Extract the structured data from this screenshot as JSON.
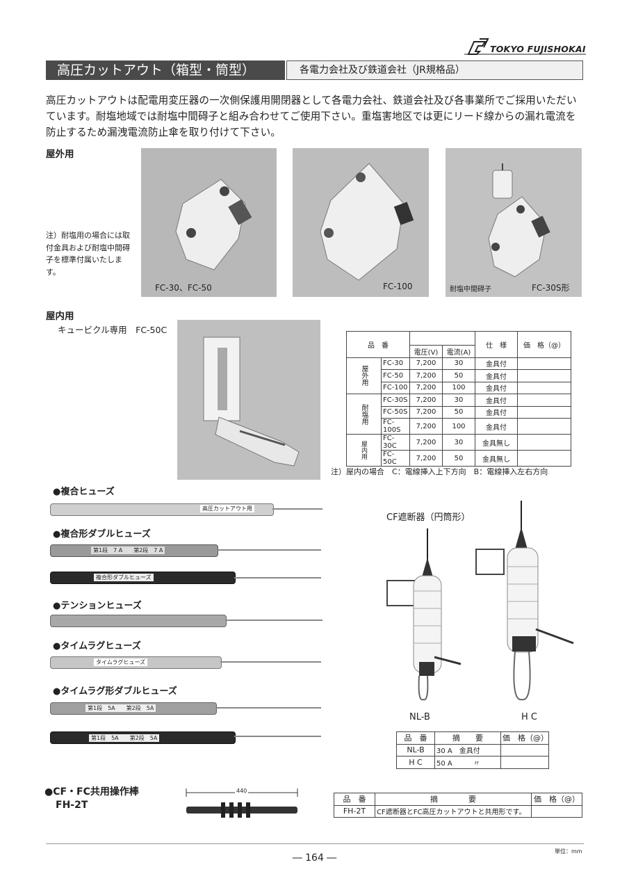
{
  "header": {
    "brand": "TOKYO FUJISHOKAI",
    "title": "高圧カットアウト（箱型・筒型）",
    "subtitle": "各電力会社及び鉄道会社（JR規格品）"
  },
  "intro": "高圧カットアウトは配電用変圧器の一次側保護用開閉器として各電力会社、鉄道会社及び各事業所でご採用いただいています。耐塩地域では耐塩中間碍子と組み合わせてご使用下さい。重塩害地区では更にリード線からの漏れ電流を防止するため漏洩電流防止傘を取り付けて下さい。",
  "outdoor": {
    "heading": "屋外用",
    "note": "注）耐塩用の場合には取付金具および耐塩中間碍子を標準付属いたします。",
    "photos": [
      {
        "caption": "FC-30、FC-50"
      },
      {
        "caption": "FC-100"
      },
      {
        "caption": "FC-30S形",
        "caption2": "耐塩中間碍子"
      }
    ]
  },
  "indoor": {
    "heading": "屋内用",
    "sub": "キュービクル専用　FC-50C"
  },
  "spec_table": {
    "headers": {
      "name": "品　番",
      "voltage": "電圧(V)",
      "current": "電流(A)",
      "spec": "仕　様",
      "price": "価　格（@）"
    },
    "groups": [
      {
        "label": "屋外用",
        "rows": [
          {
            "name": "FC-30",
            "v": "7,200",
            "a": "30",
            "spec": "金具付"
          },
          {
            "name": "FC-50",
            "v": "7,200",
            "a": "50",
            "spec": "金具付"
          },
          {
            "name": "FC-100",
            "v": "7,200",
            "a": "100",
            "spec": "金具付"
          }
        ]
      },
      {
        "label": "耐塩用",
        "rows": [
          {
            "name": "FC-30S",
            "v": "7,200",
            "a": "30",
            "spec": "金具付"
          },
          {
            "name": "FC-50S",
            "v": "7,200",
            "a": "50",
            "spec": "金具付"
          },
          {
            "name": "FC-100S",
            "v": "7,200",
            "a": "100",
            "spec": "金具付"
          }
        ]
      },
      {
        "label": "屋内用",
        "rows": [
          {
            "name": "FC-30C",
            "v": "7,200",
            "a": "30",
            "spec": "金具無し"
          },
          {
            "name": "FC-50C",
            "v": "7,200",
            "a": "50",
            "spec": "金具無し"
          }
        ]
      }
    ],
    "note": "注）屋内の場合　C：電線挿入上下方向　B：電線挿入左右方向"
  },
  "fuses": [
    {
      "label": "●複合ヒューズ",
      "tag": "高圧カットアウト用"
    },
    {
      "label": "●複合形ダブルヒューズ",
      "tag": "第1段　7 A　　第2段　7 A",
      "tag2": "複合形ダブルヒューズ"
    },
    {
      "label": "●テンションヒューズ"
    },
    {
      "label": "●タイムラグヒューズ",
      "tag": "タイムラグヒューズ"
    },
    {
      "label": "●タイムラグ形ダブルヒューズ",
      "tag": "第1段　5A　　第2段　5A",
      "tag2": "第1段　5A　　第2段　5A"
    }
  ],
  "cf": {
    "title": "CF遮断器（円筒形）",
    "model1": "NL-B",
    "model2": "H C",
    "table": {
      "headers": [
        "品　番",
        "摘　　要",
        "価　格（@）"
      ],
      "rows": [
        [
          "NL-B",
          "30 A　金具付",
          ""
        ],
        [
          "H C",
          "50 A　　　〃",
          ""
        ]
      ]
    }
  },
  "rod": {
    "label1": "●CF・FC共用操作棒",
    "label2": "FH-2T",
    "dim": "440",
    "table": {
      "headers": [
        "品　番",
        "摘　　　　要",
        "価　格（@）"
      ],
      "rows": [
        [
          "FH-2T",
          "CF遮断器とFC高圧カットアウトと共用形です。",
          ""
        ]
      ]
    }
  },
  "footer": {
    "page": "― 164 ―",
    "unit": "単位：mm"
  }
}
